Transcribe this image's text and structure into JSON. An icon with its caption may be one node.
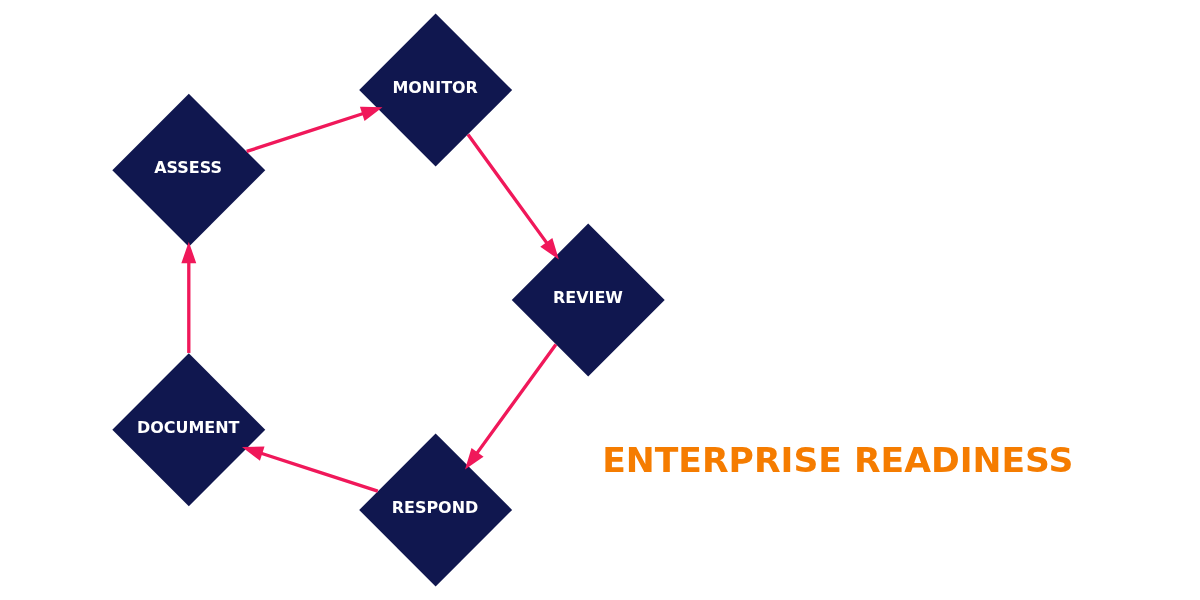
{
  "diagram": {
    "nodes": [
      {
        "text": [
          "MONITOR"
        ]
      },
      {
        "text": [
          "REVIEW"
        ]
      },
      {
        "text": [
          "RESPOND"
        ]
      },
      {
        "text": [
          "DOCUMENT"
        ]
      },
      {
        "text": [
          "ASSESS"
        ]
      }
    ],
    "edges": [
      {
        "from": 0,
        "to": 1,
        "arrow": "to"
      },
      {
        "from": 1,
        "to": 2,
        "arrow": "to"
      },
      {
        "from": 2,
        "to": 3,
        "arrow": "to"
      },
      {
        "from": 3,
        "to": 4,
        "arrow": "to"
      },
      {
        "from": 4,
        "to": 0,
        "arrow": "to"
      }
    ],
    "labels": [
      "ENTERPRISE READINESS"
    ]
  }
}
